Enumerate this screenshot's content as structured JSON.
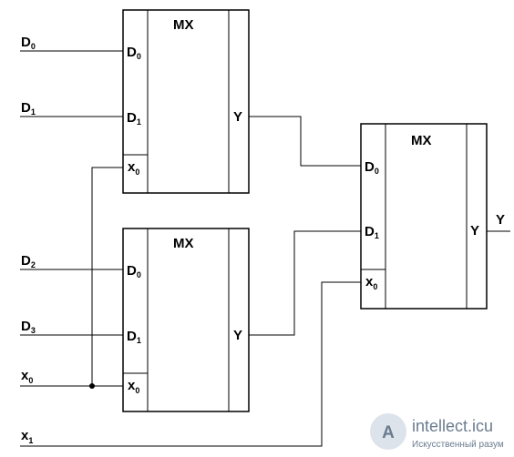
{
  "mux_title": "MX",
  "inputs": {
    "d0": {
      "letter": "D",
      "sub": "0"
    },
    "d1": {
      "letter": "D",
      "sub": "1"
    },
    "d2": {
      "letter": "D",
      "sub": "2"
    },
    "d3": {
      "letter": "D",
      "sub": "3"
    },
    "x0": {
      "letter": "x",
      "sub": "0"
    },
    "x1": {
      "letter": "x",
      "sub": "1"
    }
  },
  "pins": {
    "d0": {
      "letter": "D",
      "sub": "0"
    },
    "d1": {
      "letter": "D",
      "sub": "1"
    },
    "x0": {
      "letter": "x",
      "sub": "0"
    },
    "y": "Y"
  },
  "output": "Y",
  "watermark": {
    "brand": "intellect.icu",
    "tagline": "Искусственный разум",
    "logo_letter": "A"
  }
}
